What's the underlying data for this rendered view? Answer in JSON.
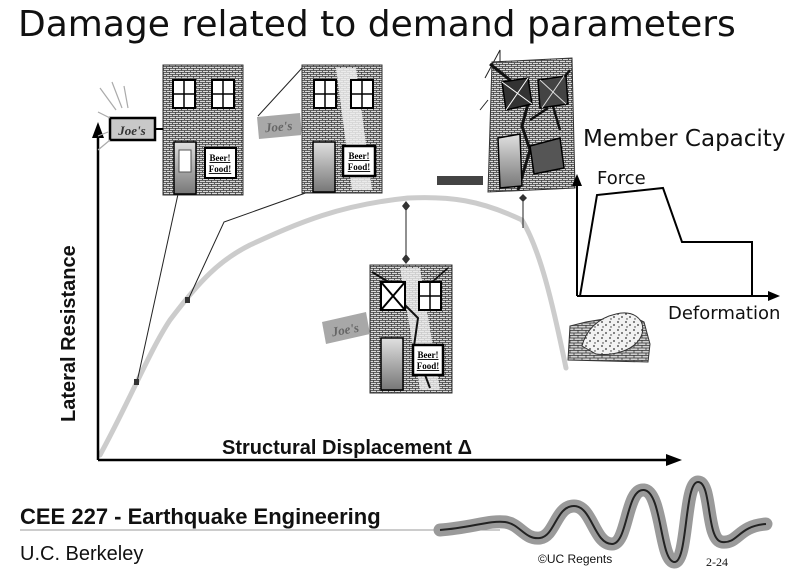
{
  "slide": {
    "title": "Damage related to demand parameters",
    "x_axis_label": "Structural Displacement Δ",
    "y_axis_label": "Lateral Resistance",
    "member_capacity": {
      "title": "Member Capacity",
      "force_label": "Force",
      "deformation_label": "Deformation"
    },
    "buildings": {
      "sign_text": "Joe's",
      "window_sign_line1": "Beer!",
      "window_sign_line2": "Food!"
    },
    "footer": {
      "course": "CEE 227 - Earthquake Engineering",
      "university": "U.C. Berkeley",
      "copyright": "©UC Regents",
      "slide_number": "2-24"
    }
  },
  "colors": {
    "pushover_curve": "#cccccc",
    "axis": "#000000",
    "brick": "#444444"
  }
}
